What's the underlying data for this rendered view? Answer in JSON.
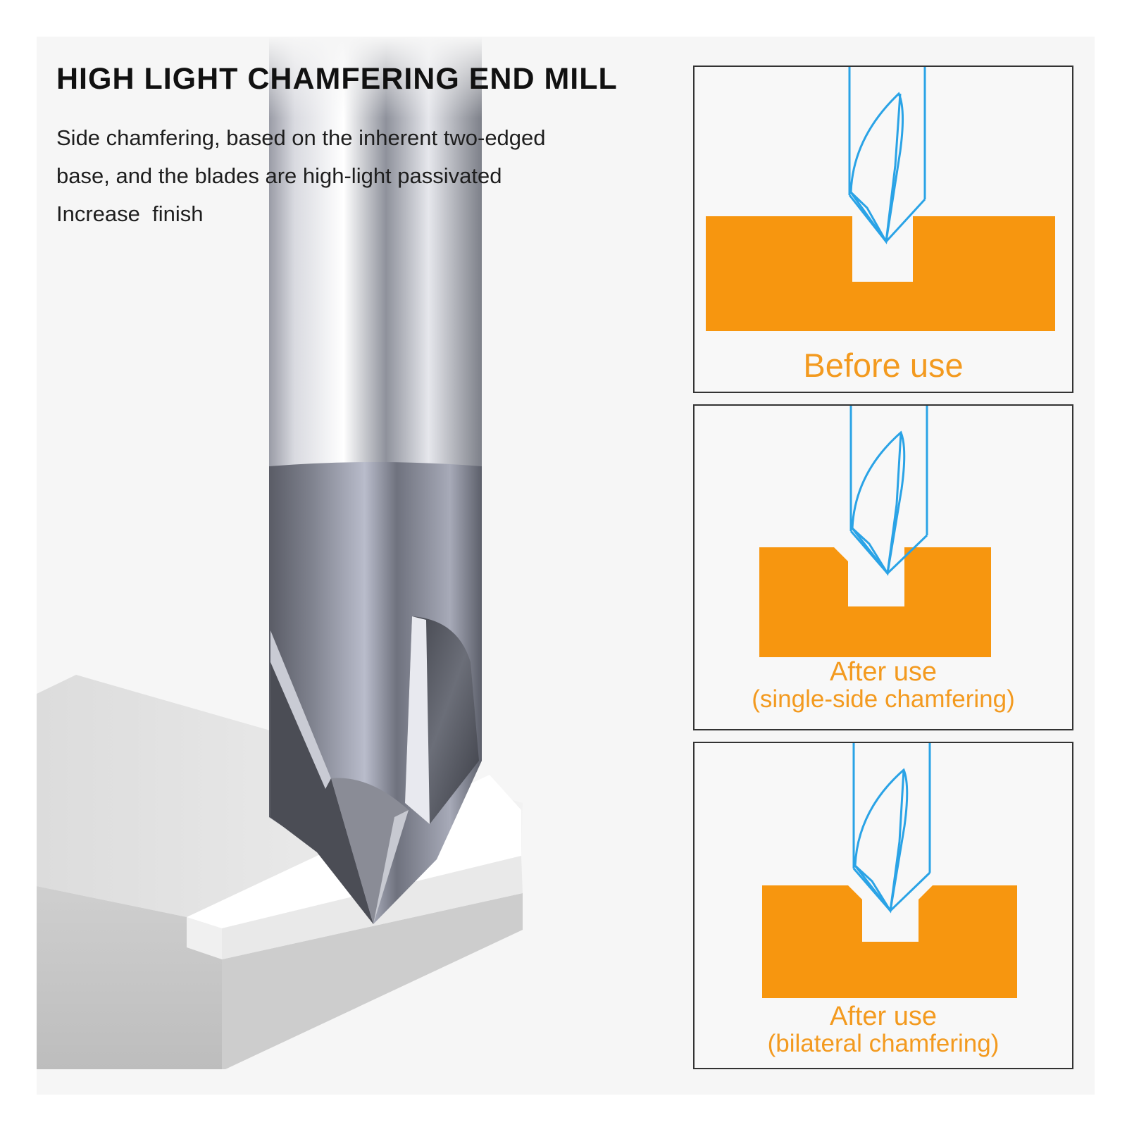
{
  "header": {
    "title": "HIGH LIGHT CHAMFERING END MILL",
    "description_lines": [
      "Side chamfering, based on the inherent two-edged",
      "base, and the blades are high-light passivated",
      "Increase  finish"
    ]
  },
  "panels": [
    {
      "caption": "Before use"
    },
    {
      "caption_line1": "After use",
      "caption_line2": "(single-side chamfering)"
    },
    {
      "caption_line1": "After use",
      "caption_line2": "(bilateral chamfering)"
    }
  ],
  "colors": {
    "workpiece_orange": "#f7960f",
    "caption_orange": "#f39a1f",
    "tool_outline_blue": "#2aa3e6",
    "tool_dark_gray": "#5e6068",
    "block_gray": "#d7d7d7"
  },
  "icons": [
    "end-mill-tool-icon",
    "chamfer-tool-outline-icon"
  ]
}
